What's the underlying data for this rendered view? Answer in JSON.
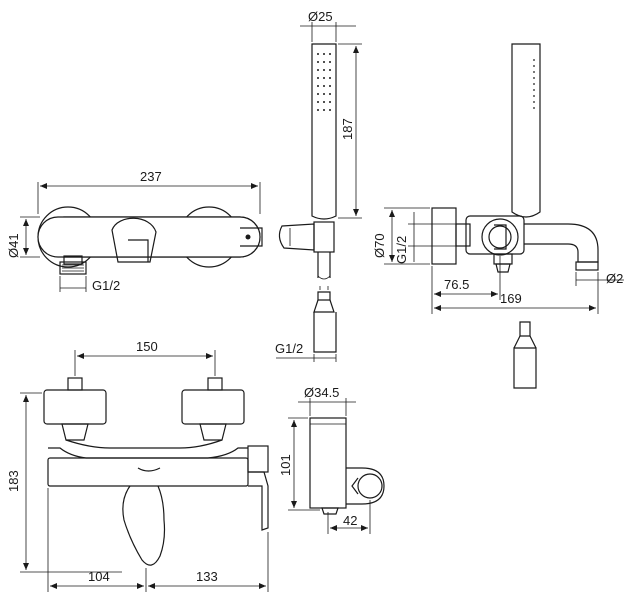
{
  "dimensions": {
    "d25": "Ø25",
    "len187": "187",
    "len237": "237",
    "d41": "Ø41",
    "g12_top_left": "G1/2",
    "g12_hose": "G1/2",
    "d70": "Ø70",
    "g12_side": "G1/2",
    "len76_5": "76.5",
    "len169": "169",
    "d2_partial": "Ø2",
    "len150": "150",
    "d34_5": "Ø34.5",
    "len183": "183",
    "len101": "101",
    "len42": "42",
    "len104": "104",
    "len133": "133"
  },
  "colors": {
    "line": "#1a1a1a",
    "background": "#ffffff"
  }
}
